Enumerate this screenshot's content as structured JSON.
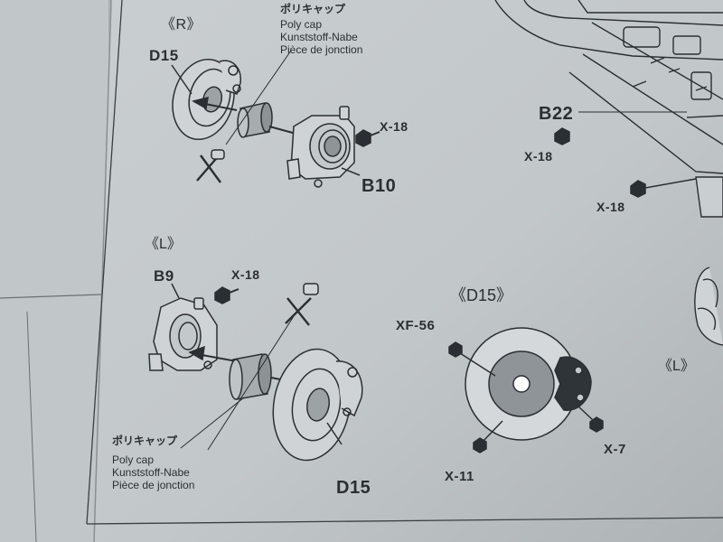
{
  "labels": {
    "right_view": "《R》",
    "left_view": "《L》",
    "left_view_edge": "《L》",
    "d15_detail": "《D15》",
    "top_d15": "D15",
    "bottom_d15": "D15",
    "b9": "B9",
    "b10": "B10",
    "b22": "B22",
    "x18_a": "X-18",
    "x18_b": "X-18",
    "x18_c": "X-18",
    "x18_d": "X-18",
    "xf56": "XF-56",
    "x7": "X-7",
    "x11": "X-11",
    "polycap_ja_top": "ポリキャップ",
    "polycap_top": "Poly cap\nKunststoff-Nabe\nPièce de jonction",
    "polycap_ja_bottom": "ポリキャップ",
    "polycap_bottom": "Poly cap\nKunststoff-Nabe\nPièce de jonction"
  },
  "colors": {
    "paper": "#c4c9cb",
    "ink": "#2b2f33",
    "xf56_fill": "#8e9497"
  }
}
